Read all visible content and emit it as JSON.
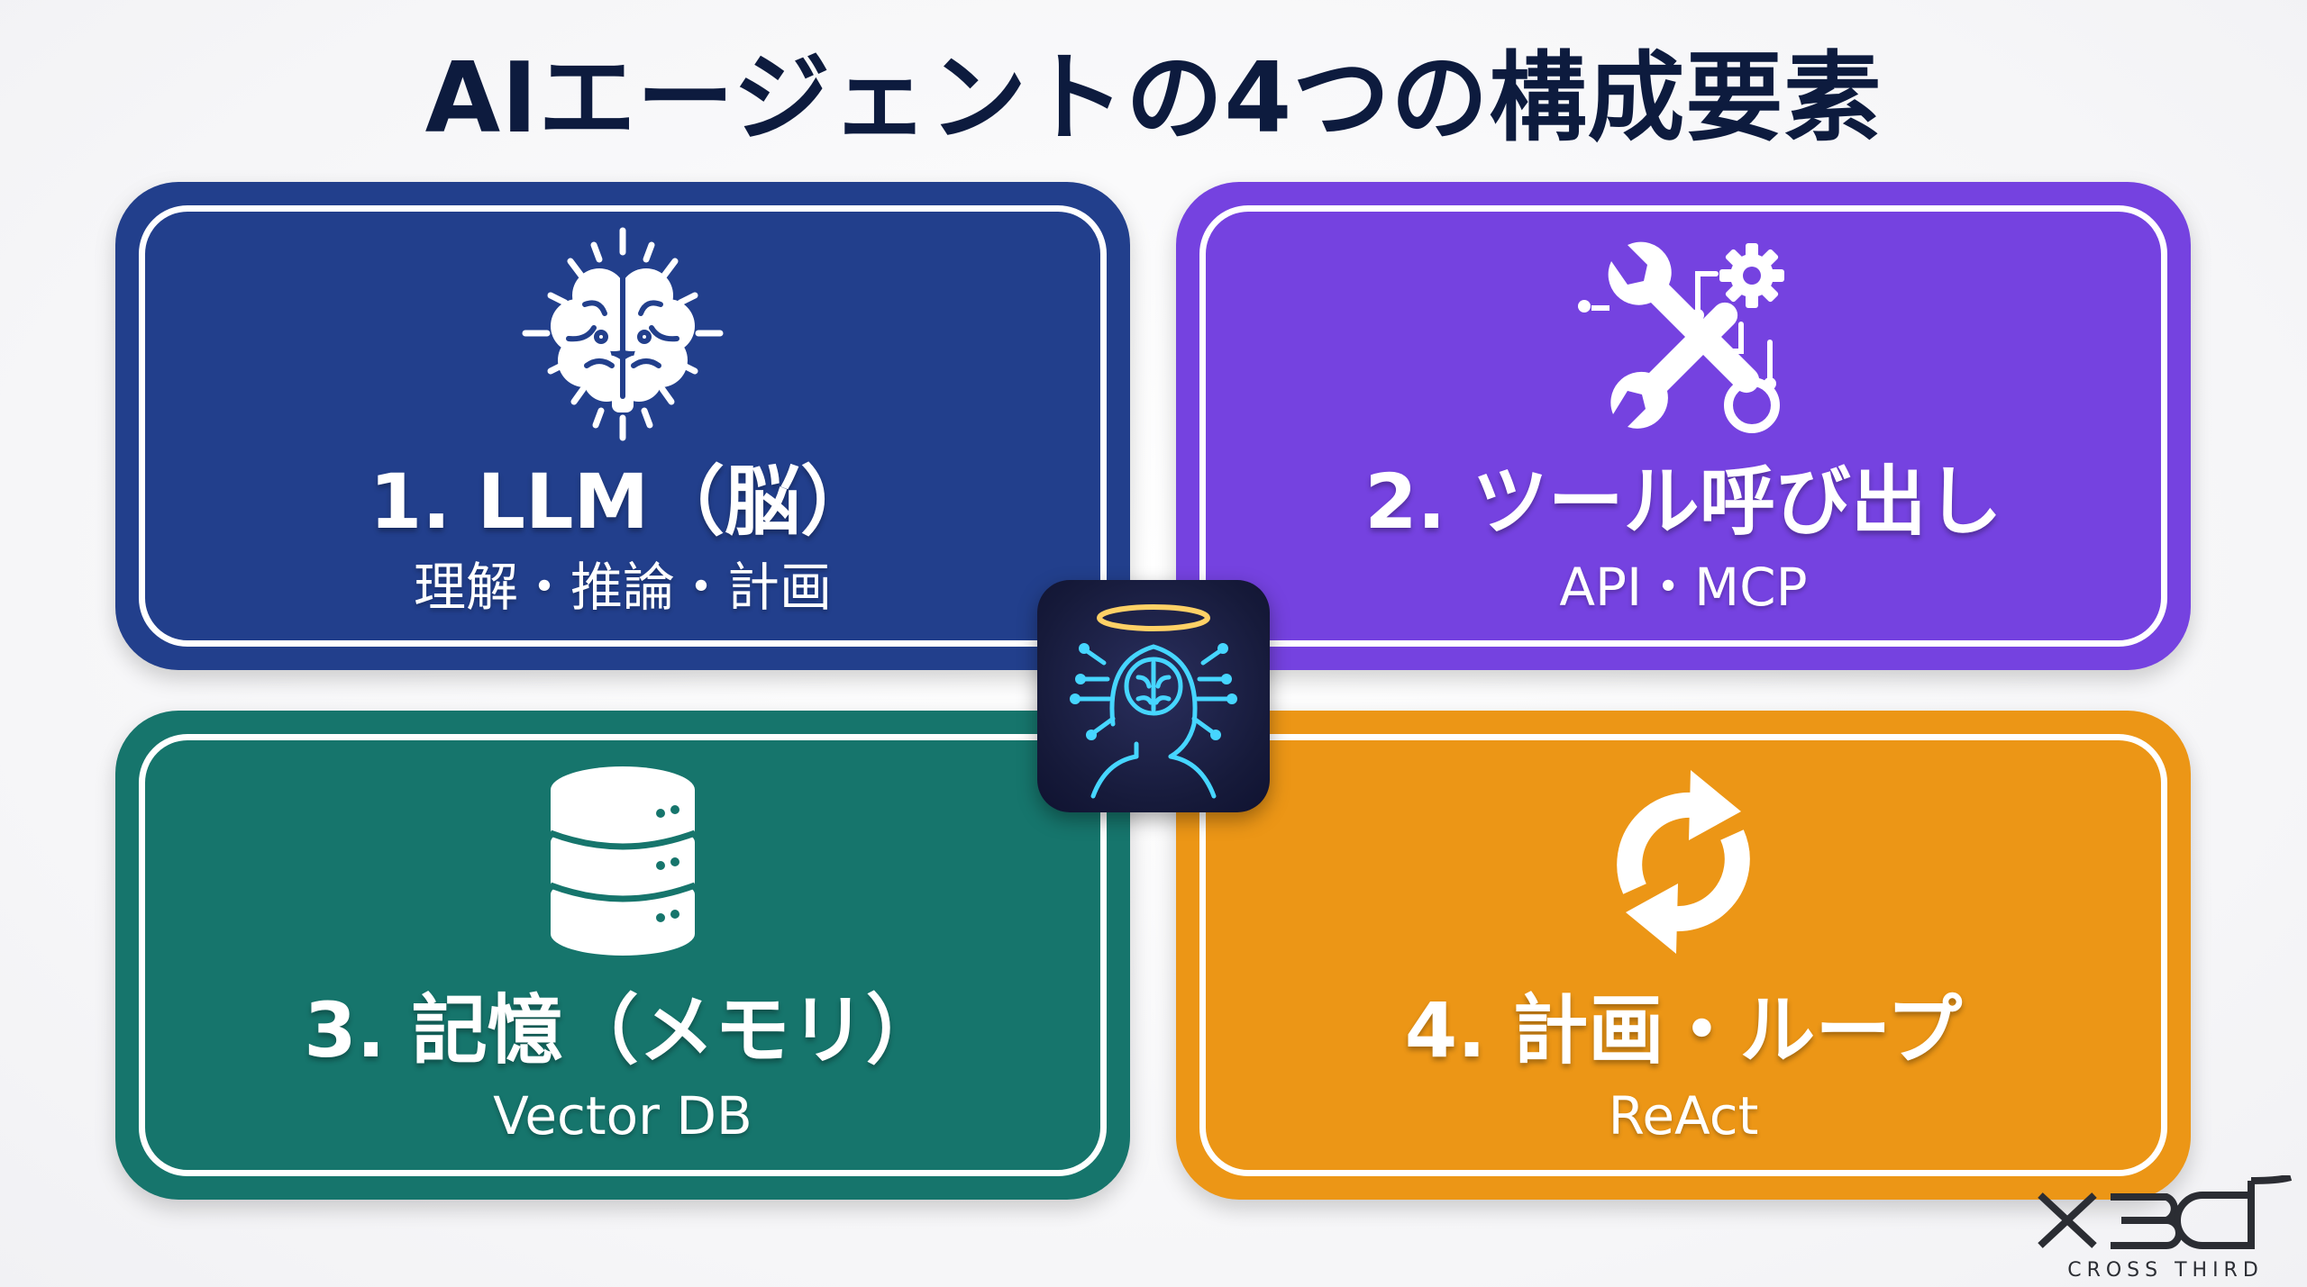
{
  "title": "AIエージェントの4つの構成要素",
  "cards": [
    {
      "title": "1. LLM（脳）",
      "subtitle": "理解・推論・計画",
      "icon": "brain-icon",
      "color": "#223f8c"
    },
    {
      "title": "2. ツール呼び出し",
      "subtitle": "API・MCP",
      "icon": "tools-gear-icon",
      "color": "#7542e0"
    },
    {
      "title": "3. 記憶（メモリ）",
      "subtitle": "Vector DB",
      "icon": "database-icon",
      "color": "#16756c"
    },
    {
      "title": "4. 計画・ループ",
      "subtitle": "ReAct",
      "icon": "refresh-cycle-icon",
      "color": "#ec9616"
    }
  ],
  "center_icon": "ai-agent-head-icon",
  "logo": {
    "mark": "x3d",
    "text": "CROSS THIRD"
  }
}
